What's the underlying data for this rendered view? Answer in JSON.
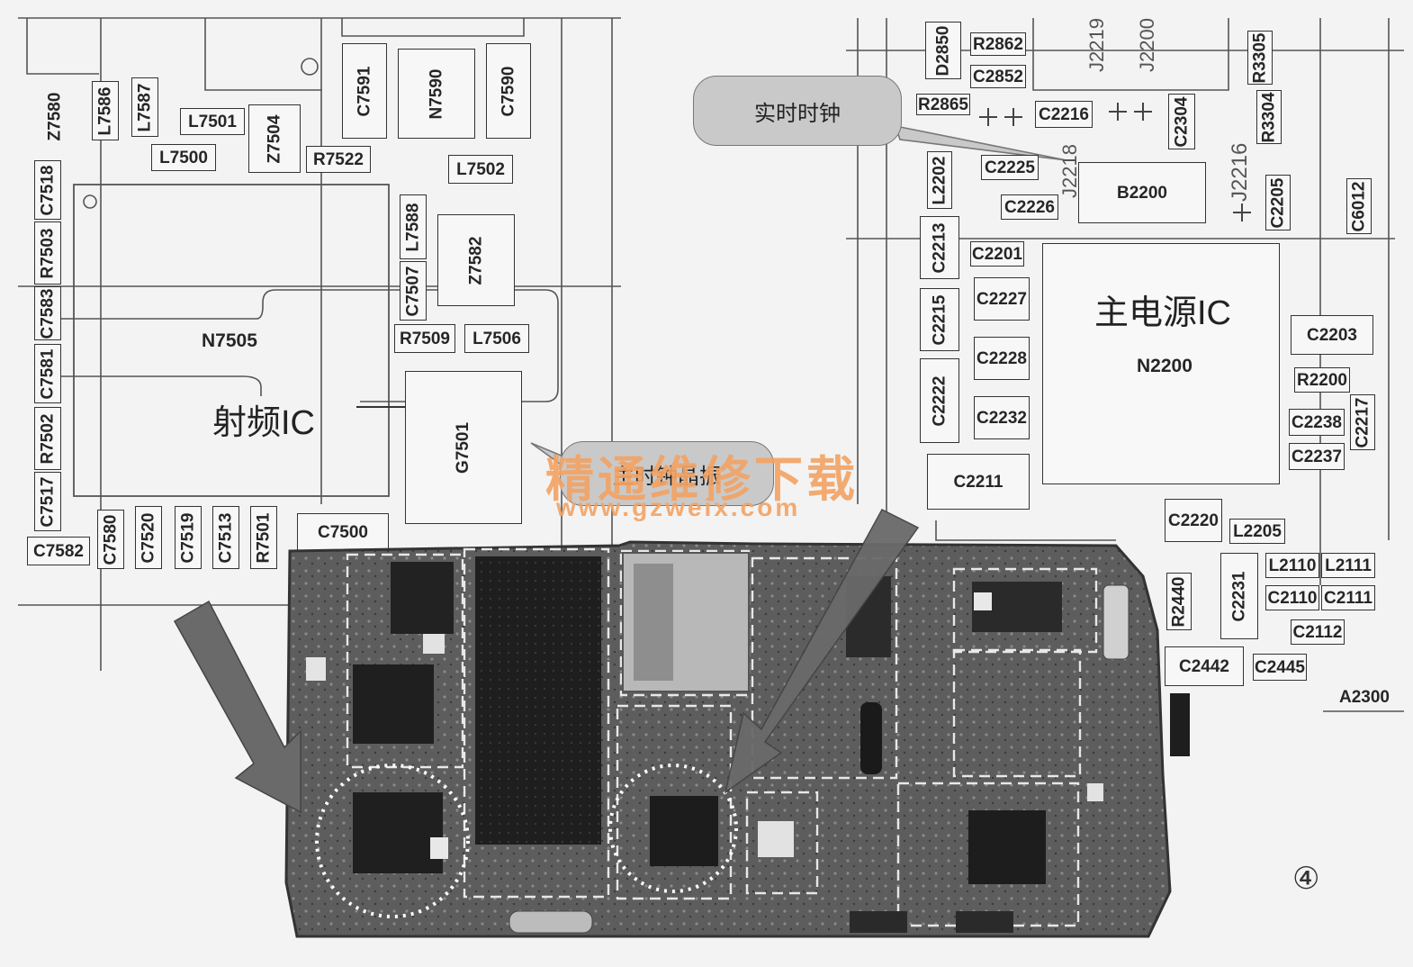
{
  "annotations": {
    "rtc_callout": "实时时钟",
    "main_clock_callout": "主时钟晶振",
    "rf_ic": "射频IC",
    "power_ic": "主电源IC",
    "figure_number": "④"
  },
  "watermark": {
    "title": "精通维修下载",
    "url": "www.gzweix.com",
    "color": "#f2a466"
  },
  "left_components": {
    "c7518": "C7518",
    "r7503": "R7503",
    "c7583": "C7583",
    "c7581": "C7581",
    "r7502": "R7502",
    "c7517": "C7517",
    "c7582": "C7582",
    "z7580": "Z7580",
    "l7586": "L7586",
    "l7587": "L7587",
    "l7501": "L7501",
    "l7500": "L7500",
    "z7504": "Z7504",
    "r7522": "R7522",
    "c7591": "C7591",
    "n7590": "N7590",
    "c7590": "C7590",
    "l7502": "L7502",
    "l7588": "L7588",
    "c7507": "C7507",
    "z7582": "Z7582",
    "r7509": "R7509",
    "l7506": "L7506",
    "n7505": "N7505",
    "g7501": "G7501",
    "c7580": "C7580",
    "c7520": "C7520",
    "c7519": "C7519",
    "c7513": "C7513",
    "r7501": "R7501",
    "c7500": "C7500"
  },
  "right_components": {
    "d2850": "D2850",
    "r2862": "R2862",
    "c2852": "C2852",
    "r2865": "R2865",
    "c2216": "C2216",
    "c2304": "C2304",
    "r3305": "R3305",
    "r3304": "R3304",
    "j2218": "J2218",
    "j2216": "J2216",
    "j2219": "J2219",
    "j2200": "J2200",
    "l2202": "L2202",
    "c2225": "C2225",
    "c2226": "C2226",
    "b2200": "B2200",
    "c2205": "C2205",
    "c6012": "C6012",
    "c2213": "C2213",
    "c2201": "C2201",
    "c2215": "C2215",
    "c2227": "C2227",
    "c2228": "C2228",
    "c2222": "C2222",
    "c2232": "C2232",
    "n2200": "N2200",
    "c2203": "C2203",
    "r2200": "R2200",
    "c2238": "C2238",
    "c2217": "C2217",
    "c2237": "C2237",
    "c2211": "C2211",
    "c2220": "C2220",
    "l2205": "L2205",
    "l2110": "L2110",
    "l2111": "L2111",
    "c2110": "C2110",
    "c2111": "C2111",
    "c2112": "C2112",
    "r2440": "R2440",
    "c2231": "C2231",
    "c2442": "C2442",
    "c2445": "C2445",
    "a2300": "A2300"
  }
}
